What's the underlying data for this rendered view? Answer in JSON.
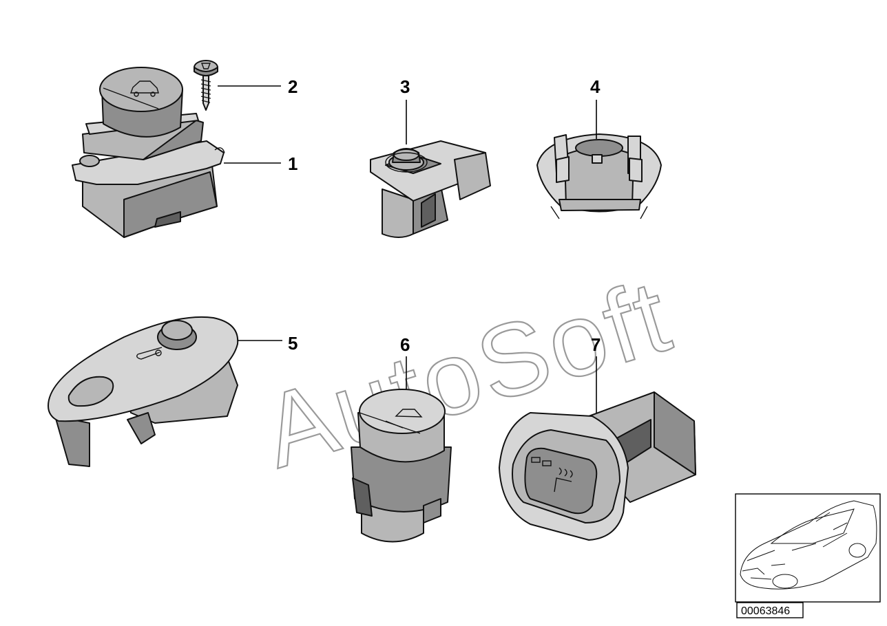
{
  "watermark": "AutoSoft",
  "document_id": "00063846",
  "callouts": [
    {
      "label": "1"
    },
    {
      "label": "2"
    },
    {
      "label": "3"
    },
    {
      "label": "4"
    },
    {
      "label": "5"
    },
    {
      "label": "6"
    },
    {
      "label": "7"
    }
  ]
}
